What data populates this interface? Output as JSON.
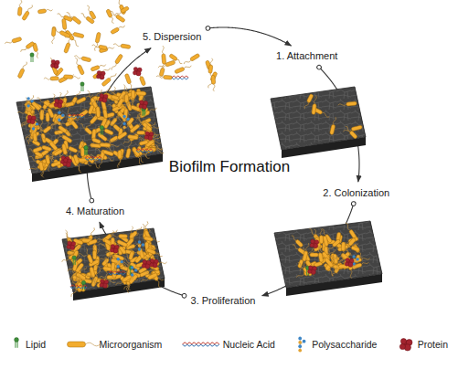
{
  "diagram": {
    "title": "Biofilm Formation",
    "nodes": [
      {
        "text": [
          "1. Attachment"
        ]
      },
      {
        "text": [
          "2. Colonization"
        ]
      },
      {
        "text": [
          "3. Proliferation"
        ]
      },
      {
        "text": [
          "4. Maturation"
        ]
      },
      {
        "text": [
          "5. Dispersion"
        ]
      }
    ],
    "edges": [
      {
        "from": 0,
        "to": 1,
        "arrow": "to"
      },
      {
        "from": 1,
        "to": 2,
        "arrow": "to"
      },
      {
        "from": 2,
        "to": 3,
        "arrow": "to"
      },
      {
        "from": 3,
        "to": 4,
        "arrow": "to"
      },
      {
        "from": 4,
        "to": 0,
        "arrow": "to"
      }
    ],
    "legend": [
      {
        "text": "Lipid"
      },
      {
        "text": "Microorganism"
      },
      {
        "text": "Nucleic Acid"
      },
      {
        "text": "Polysaccharide"
      },
      {
        "text": "Protein"
      }
    ]
  }
}
